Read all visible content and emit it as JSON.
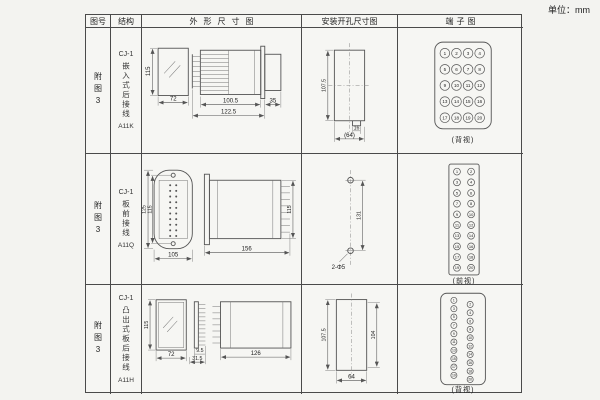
{
  "page": {
    "unit_label": "单位：mm"
  },
  "table": {
    "headers": {
      "fig": "图号",
      "structure": "结构",
      "outline": "外形尺寸图",
      "install": "安装开孔尺寸图",
      "terminal": "端子图"
    },
    "rows": [
      {
        "fig": "附图3",
        "model": "CJ-1",
        "structure": "嵌入式后接线",
        "code": "A11K",
        "outline": {
          "height": "115",
          "width": "72",
          "depth_case": "100.5",
          "depth_total": "122.5",
          "front_depth": "35"
        },
        "install": {
          "height": "107.5",
          "notch_width": "16",
          "width_ref": "(64)"
        },
        "terminal": {
          "caption": "(背视)",
          "numbers": [
            1,
            2,
            3,
            4,
            5,
            6,
            7,
            8,
            9,
            10,
            11,
            12,
            13,
            14,
            15,
            16,
            17,
            18,
            19,
            20
          ]
        }
      },
      {
        "fig": "附图3",
        "model": "CJ-1",
        "structure": "板前接线",
        "code": "A11Q",
        "outline": {
          "height_outer": "125",
          "height_inner": "115",
          "width": "105",
          "length": "156",
          "side_height": "115"
        },
        "install": {
          "hole_spacing": "131",
          "holes": "2-Φ5"
        },
        "terminal": {
          "caption": "(前视)",
          "numbers": [
            1,
            2,
            3,
            4,
            5,
            6,
            7,
            8,
            9,
            10,
            11,
            12,
            13,
            14,
            15,
            16,
            17,
            18,
            19,
            20
          ]
        }
      },
      {
        "fig": "附图3",
        "model": "CJ-1",
        "structure": "凸出式板后接线",
        "code": "A11H",
        "outline": {
          "height": "115",
          "width": "72",
          "pin_len": "9.5",
          "protrusion": "31.5",
          "depth": "126"
        },
        "install": {
          "height": "107.5",
          "height_inner": "104",
          "width": "64"
        },
        "terminal": {
          "caption": "(背视)",
          "numbers": [
            1,
            2,
            3,
            4,
            5,
            6,
            7,
            8,
            9,
            10,
            11,
            12,
            13,
            14,
            15,
            16,
            17,
            18,
            19,
            20
          ]
        }
      }
    ]
  }
}
